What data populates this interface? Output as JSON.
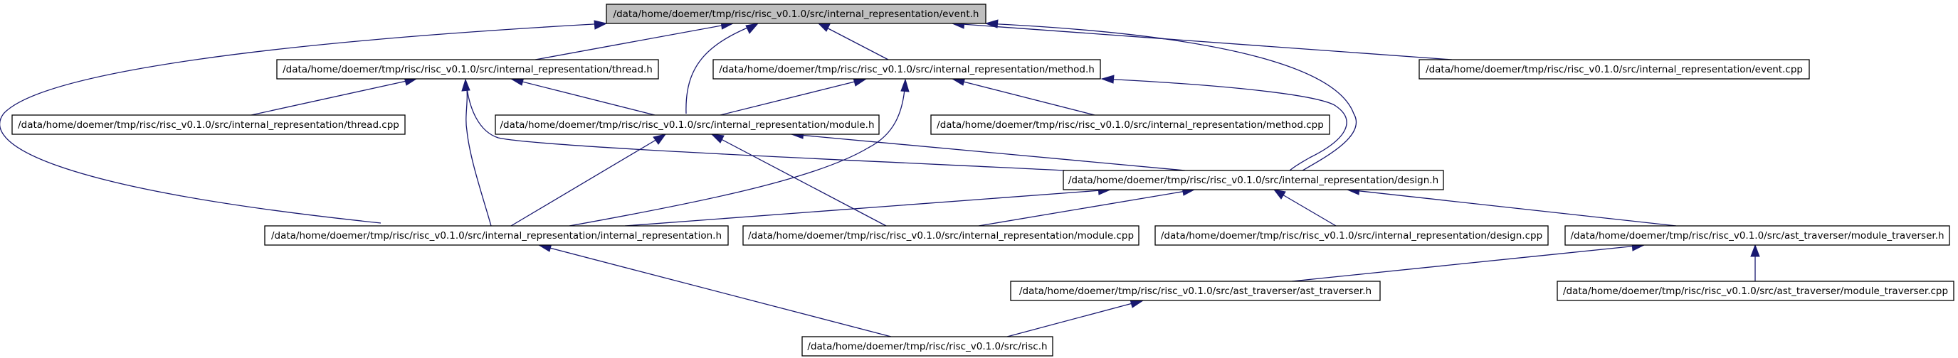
{
  "colors": {
    "edge": "#191970",
    "node_border": "#000000",
    "node_fill": "#ffffff",
    "highlight_fill": "#bfbfbf"
  },
  "nodes": {
    "event_h": {
      "label": "/data/home/doemer/tmp/risc/risc_v0.1.0/src/internal_representation/event.h",
      "highlight": true
    },
    "thread_h": {
      "label": "/data/home/doemer/tmp/risc/risc_v0.1.0/src/internal_representation/thread.h"
    },
    "method_h": {
      "label": "/data/home/doemer/tmp/risc/risc_v0.1.0/src/internal_representation/method.h"
    },
    "event_cpp": {
      "label": "/data/home/doemer/tmp/risc/risc_v0.1.0/src/internal_representation/event.cpp"
    },
    "thread_cpp": {
      "label": "/data/home/doemer/tmp/risc/risc_v0.1.0/src/internal_representation/thread.cpp"
    },
    "module_h": {
      "label": "/data/home/doemer/tmp/risc/risc_v0.1.0/src/internal_representation/module.h"
    },
    "method_cpp": {
      "label": "/data/home/doemer/tmp/risc/risc_v0.1.0/src/internal_representation/method.cpp"
    },
    "design_h": {
      "label": "/data/home/doemer/tmp/risc/risc_v0.1.0/src/internal_representation/design.h"
    },
    "internal_h": {
      "label": "/data/home/doemer/tmp/risc/risc_v0.1.0/src/internal_representation/internal_representation.h"
    },
    "module_cpp": {
      "label": "/data/home/doemer/tmp/risc/risc_v0.1.0/src/internal_representation/module.cpp"
    },
    "design_cpp": {
      "label": "/data/home/doemer/tmp/risc/risc_v0.1.0/src/internal_representation/design.cpp"
    },
    "module_traverser_h": {
      "label": "/data/home/doemer/tmp/risc/risc_v0.1.0/src/ast_traverser/module_traverser.h"
    },
    "ast_traverser_h": {
      "label": "/data/home/doemer/tmp/risc/risc_v0.1.0/src/ast_traverser/ast_traverser.h"
    },
    "module_traverser_cpp": {
      "label": "/data/home/doemer/tmp/risc/risc_v0.1.0/src/ast_traverser/module_traverser.cpp"
    },
    "risc_h": {
      "label": "/data/home/doemer/tmp/risc/risc_v0.1.0/src/risc.h"
    }
  },
  "edges": [
    {
      "from": "thread_h",
      "to": "event_h"
    },
    {
      "from": "method_h",
      "to": "event_h"
    },
    {
      "from": "module_h",
      "to": "event_h"
    },
    {
      "from": "design_h",
      "to": "event_h"
    },
    {
      "from": "event_cpp",
      "to": "event_h"
    },
    {
      "from": "internal_h",
      "to": "event_h"
    },
    {
      "from": "thread_cpp",
      "to": "thread_h"
    },
    {
      "from": "module_h",
      "to": "thread_h"
    },
    {
      "from": "internal_h",
      "to": "thread_h"
    },
    {
      "from": "design_h",
      "to": "thread_h"
    },
    {
      "from": "module_h",
      "to": "method_h"
    },
    {
      "from": "method_cpp",
      "to": "method_h"
    },
    {
      "from": "internal_h",
      "to": "method_h"
    },
    {
      "from": "design_h",
      "to": "method_h"
    },
    {
      "from": "design_h",
      "to": "module_h"
    },
    {
      "from": "internal_h",
      "to": "module_h"
    },
    {
      "from": "module_cpp",
      "to": "module_h"
    },
    {
      "from": "internal_h",
      "to": "design_h"
    },
    {
      "from": "module_cpp",
      "to": "design_h"
    },
    {
      "from": "design_cpp",
      "to": "design_h"
    },
    {
      "from": "module_traverser_h",
      "to": "design_h"
    },
    {
      "from": "ast_traverser_h",
      "to": "module_traverser_h"
    },
    {
      "from": "module_traverser_cpp",
      "to": "module_traverser_h"
    },
    {
      "from": "risc_h",
      "to": "ast_traverser_h"
    },
    {
      "from": "risc_h",
      "to": "internal_h"
    }
  ]
}
